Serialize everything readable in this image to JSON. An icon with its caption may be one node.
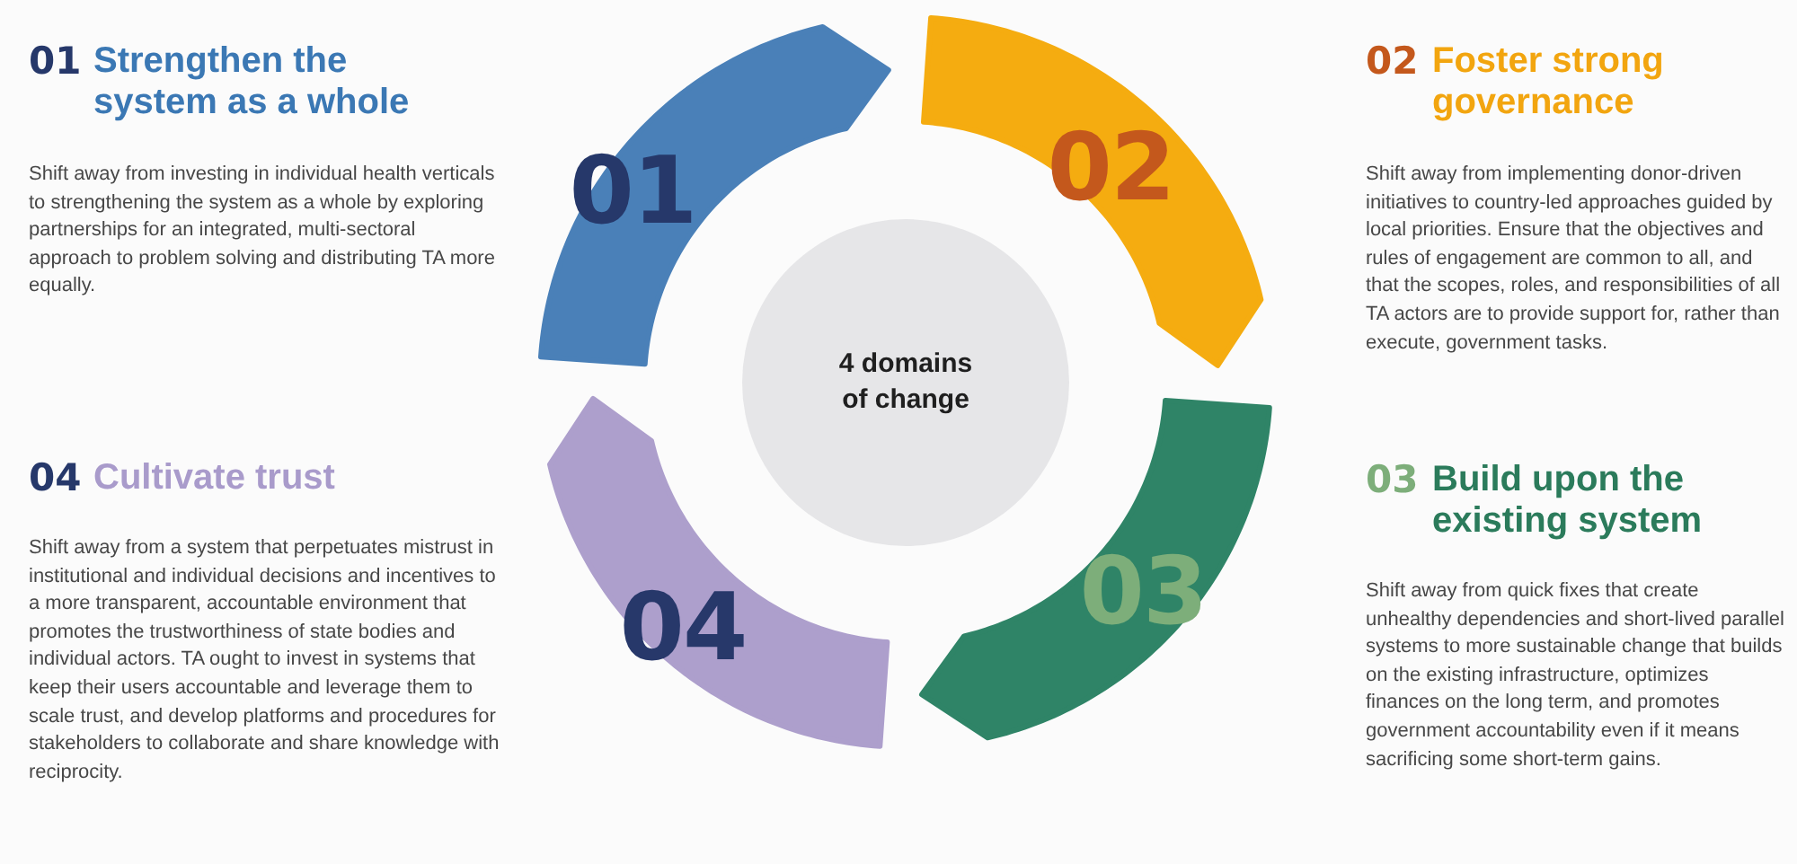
{
  "diagram": {
    "nodes": [
      {
        "text": [
          "01"
        ]
      },
      {
        "text": [
          "02"
        ]
      },
      {
        "text": [
          "4 domains of change"
        ]
      },
      {
        "text": [
          "03"
        ]
      },
      {
        "text": [
          "04"
        ]
      }
    ],
    "labels": [
      "01",
      "Strengthen the system as a whole",
      "Shift away from investing in individual health verticals to strengthening the system as a whole by exploring partnerships for an integrated, multi-sectoral approach to problem solving and distributing TA more equally.",
      "02",
      "Foster strong governance",
      "Shift away from implementing donor-driven initiatives to country-led approaches guided by local priorities. Ensure that the objectives and rules of engagement are common to all, and that the scopes, roles, and responsibilities of all TA actors are to provide support for, rather than execute, government tasks.",
      "04",
      "Cultivate trust",
      "Shift away from a system that perpetuates mistrust in institutional and individual decisions and incentives to a more transparent, accountable environment that promotes the trustworthiness of state bodies and individual actors. TA ought to invest in systems that keep their users accountable and leverage them to scale trust, and develop platforms and procedures for stakeholders to collaborate and share knowledge with reciprocity.",
      "03",
      "Build upon the existing system",
      "Shift away from quick fixes that create unhealthy dependencies and short-lived parallel systems to more sustainable change that builds on the existing infrastructure, optimizes finances on the long term, and promotes government accountability even if it means sacrificing some short-term gains."
    ]
  }
}
